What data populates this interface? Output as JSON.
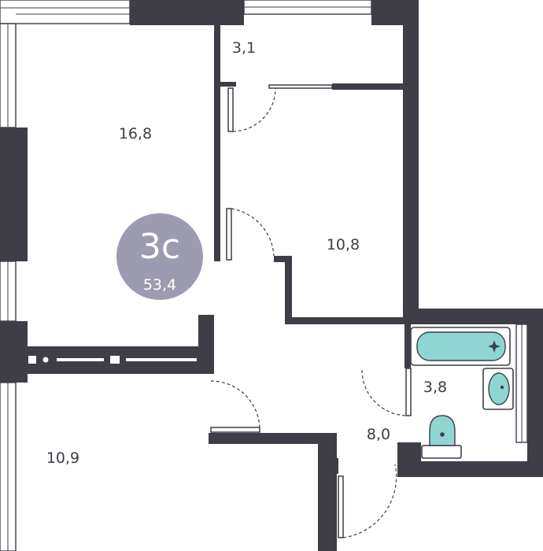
{
  "apartment": {
    "type_code": "3с",
    "total_area": "53,4",
    "badge_color": "#9d9bb2",
    "wall_color": "#3f3d46",
    "bath_color": "#8fd6d2"
  },
  "rooms": [
    {
      "id": "living-room",
      "area": "16,8"
    },
    {
      "id": "balcony",
      "area": "3,1"
    },
    {
      "id": "bedroom",
      "area": "10,8"
    },
    {
      "id": "bedroom-lower",
      "area": "10,9"
    },
    {
      "id": "hallway",
      "area": "8,0"
    },
    {
      "id": "bathroom",
      "area": "3,8"
    }
  ]
}
